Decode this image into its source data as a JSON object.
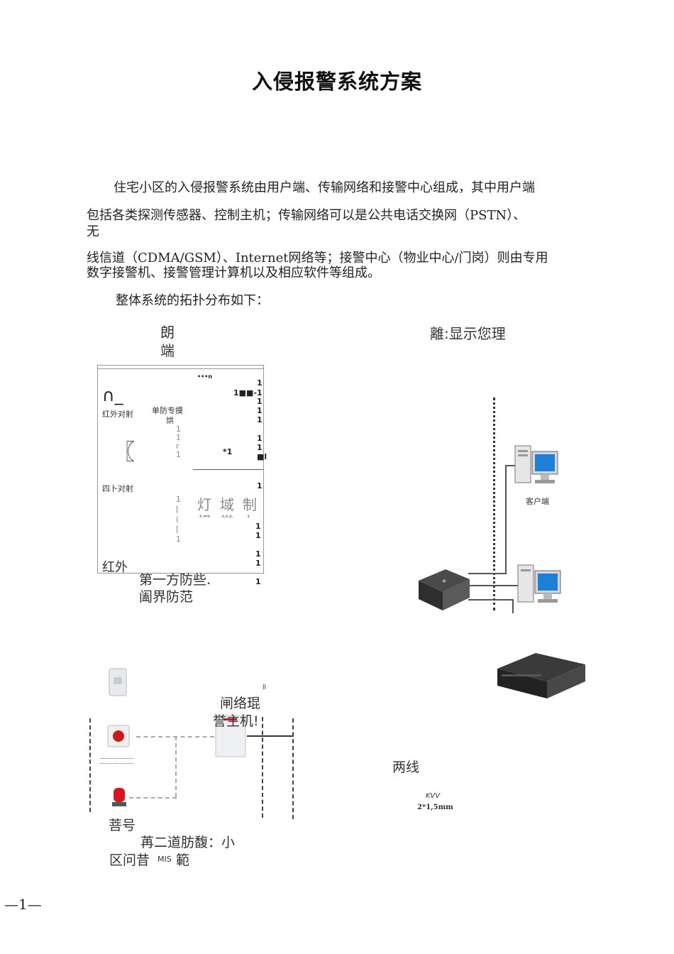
{
  "doc": {
    "title": "入侵报警系统方案",
    "paragraphs": [
      "住宅小区的入侵报警系统由用户端、传输网络和接警中心组成，其中用户端",
      "包括各类探测传感器、控制主机；传输网络可以是公共电话交换网（PSTN）、",
      "无",
      "线信道（CDMA/GSM）、Internet网络等；接警中心（物业中心/门岗）则由专用",
      "数字接警机、接警管理计算机以及相应软件等组成。",
      "整体系统的拓扑分布如下："
    ],
    "page_number": "—1—"
  },
  "diagram": {
    "user_end_label_1": "朗",
    "user_end_label_2": "端",
    "center_label": "離:显示您理",
    "panel": {
      "top_mark": "•••n",
      "left_icon": "∩_",
      "ir_pair": "红外对射",
      "single_1": "单防专摸",
      "single_2": "烘",
      "bracket_icon": "〖",
      "four_pair": "四卜对射",
      "star_mark": "*1",
      "row_code": "1■■-1",
      "big_1": "灯",
      "big_2": "域",
      "big_3": "制",
      "big_4": "祖",
      "big_5": "誉",
      "big_6": "卜",
      "bottom_label": "红外"
    },
    "first_defense_1": "第一方防些.",
    "first_defense_2": "阖界防范",
    "client_label": "客户端",
    "net_host_1": "闸络琨",
    "net_host_2": "誉主机!",
    "mark_ii": "ll",
    "sound_label": "菩号",
    "second_defense_1": "苒二道肪馥：小",
    "second_defense_2": "区问昔",
    "second_defense_3": "MIS",
    "second_defense_4": "範",
    "two_wire": "两线",
    "cable_type": "KVV",
    "cable_spec": "2*1,5mm"
  }
}
